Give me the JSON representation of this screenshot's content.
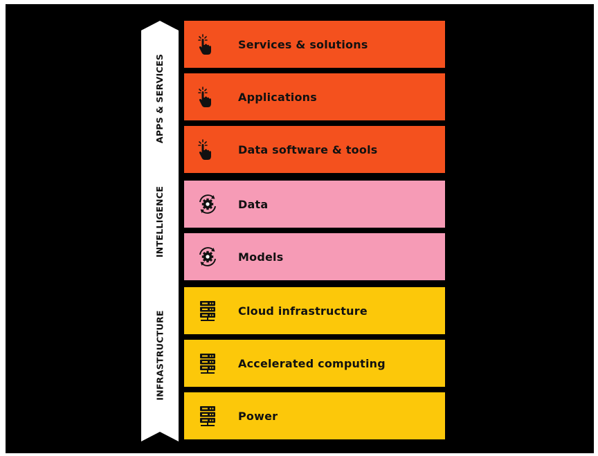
{
  "colors": {
    "background": "#000000",
    "apps": "#f4511e",
    "intelligence": "#f69bb6",
    "infrastructure": "#fcc80a",
    "arrow": "#ffffff"
  },
  "sections": [
    {
      "id": "apps",
      "label": "APPS & SERVICES",
      "icon": "pointer-hand-icon",
      "items": [
        "Services & solutions",
        "Applications",
        "Data software & tools"
      ]
    },
    {
      "id": "intelligence",
      "label": "INTELLIGENCE",
      "icon": "gear-cycle-icon",
      "items": [
        "Data",
        "Models"
      ]
    },
    {
      "id": "infrastructure",
      "label": "INFRASTRUCTURE",
      "icon": "server-rack-icon",
      "items": [
        "Cloud infrastructure",
        "Accelerated computing",
        "Power"
      ]
    }
  ]
}
